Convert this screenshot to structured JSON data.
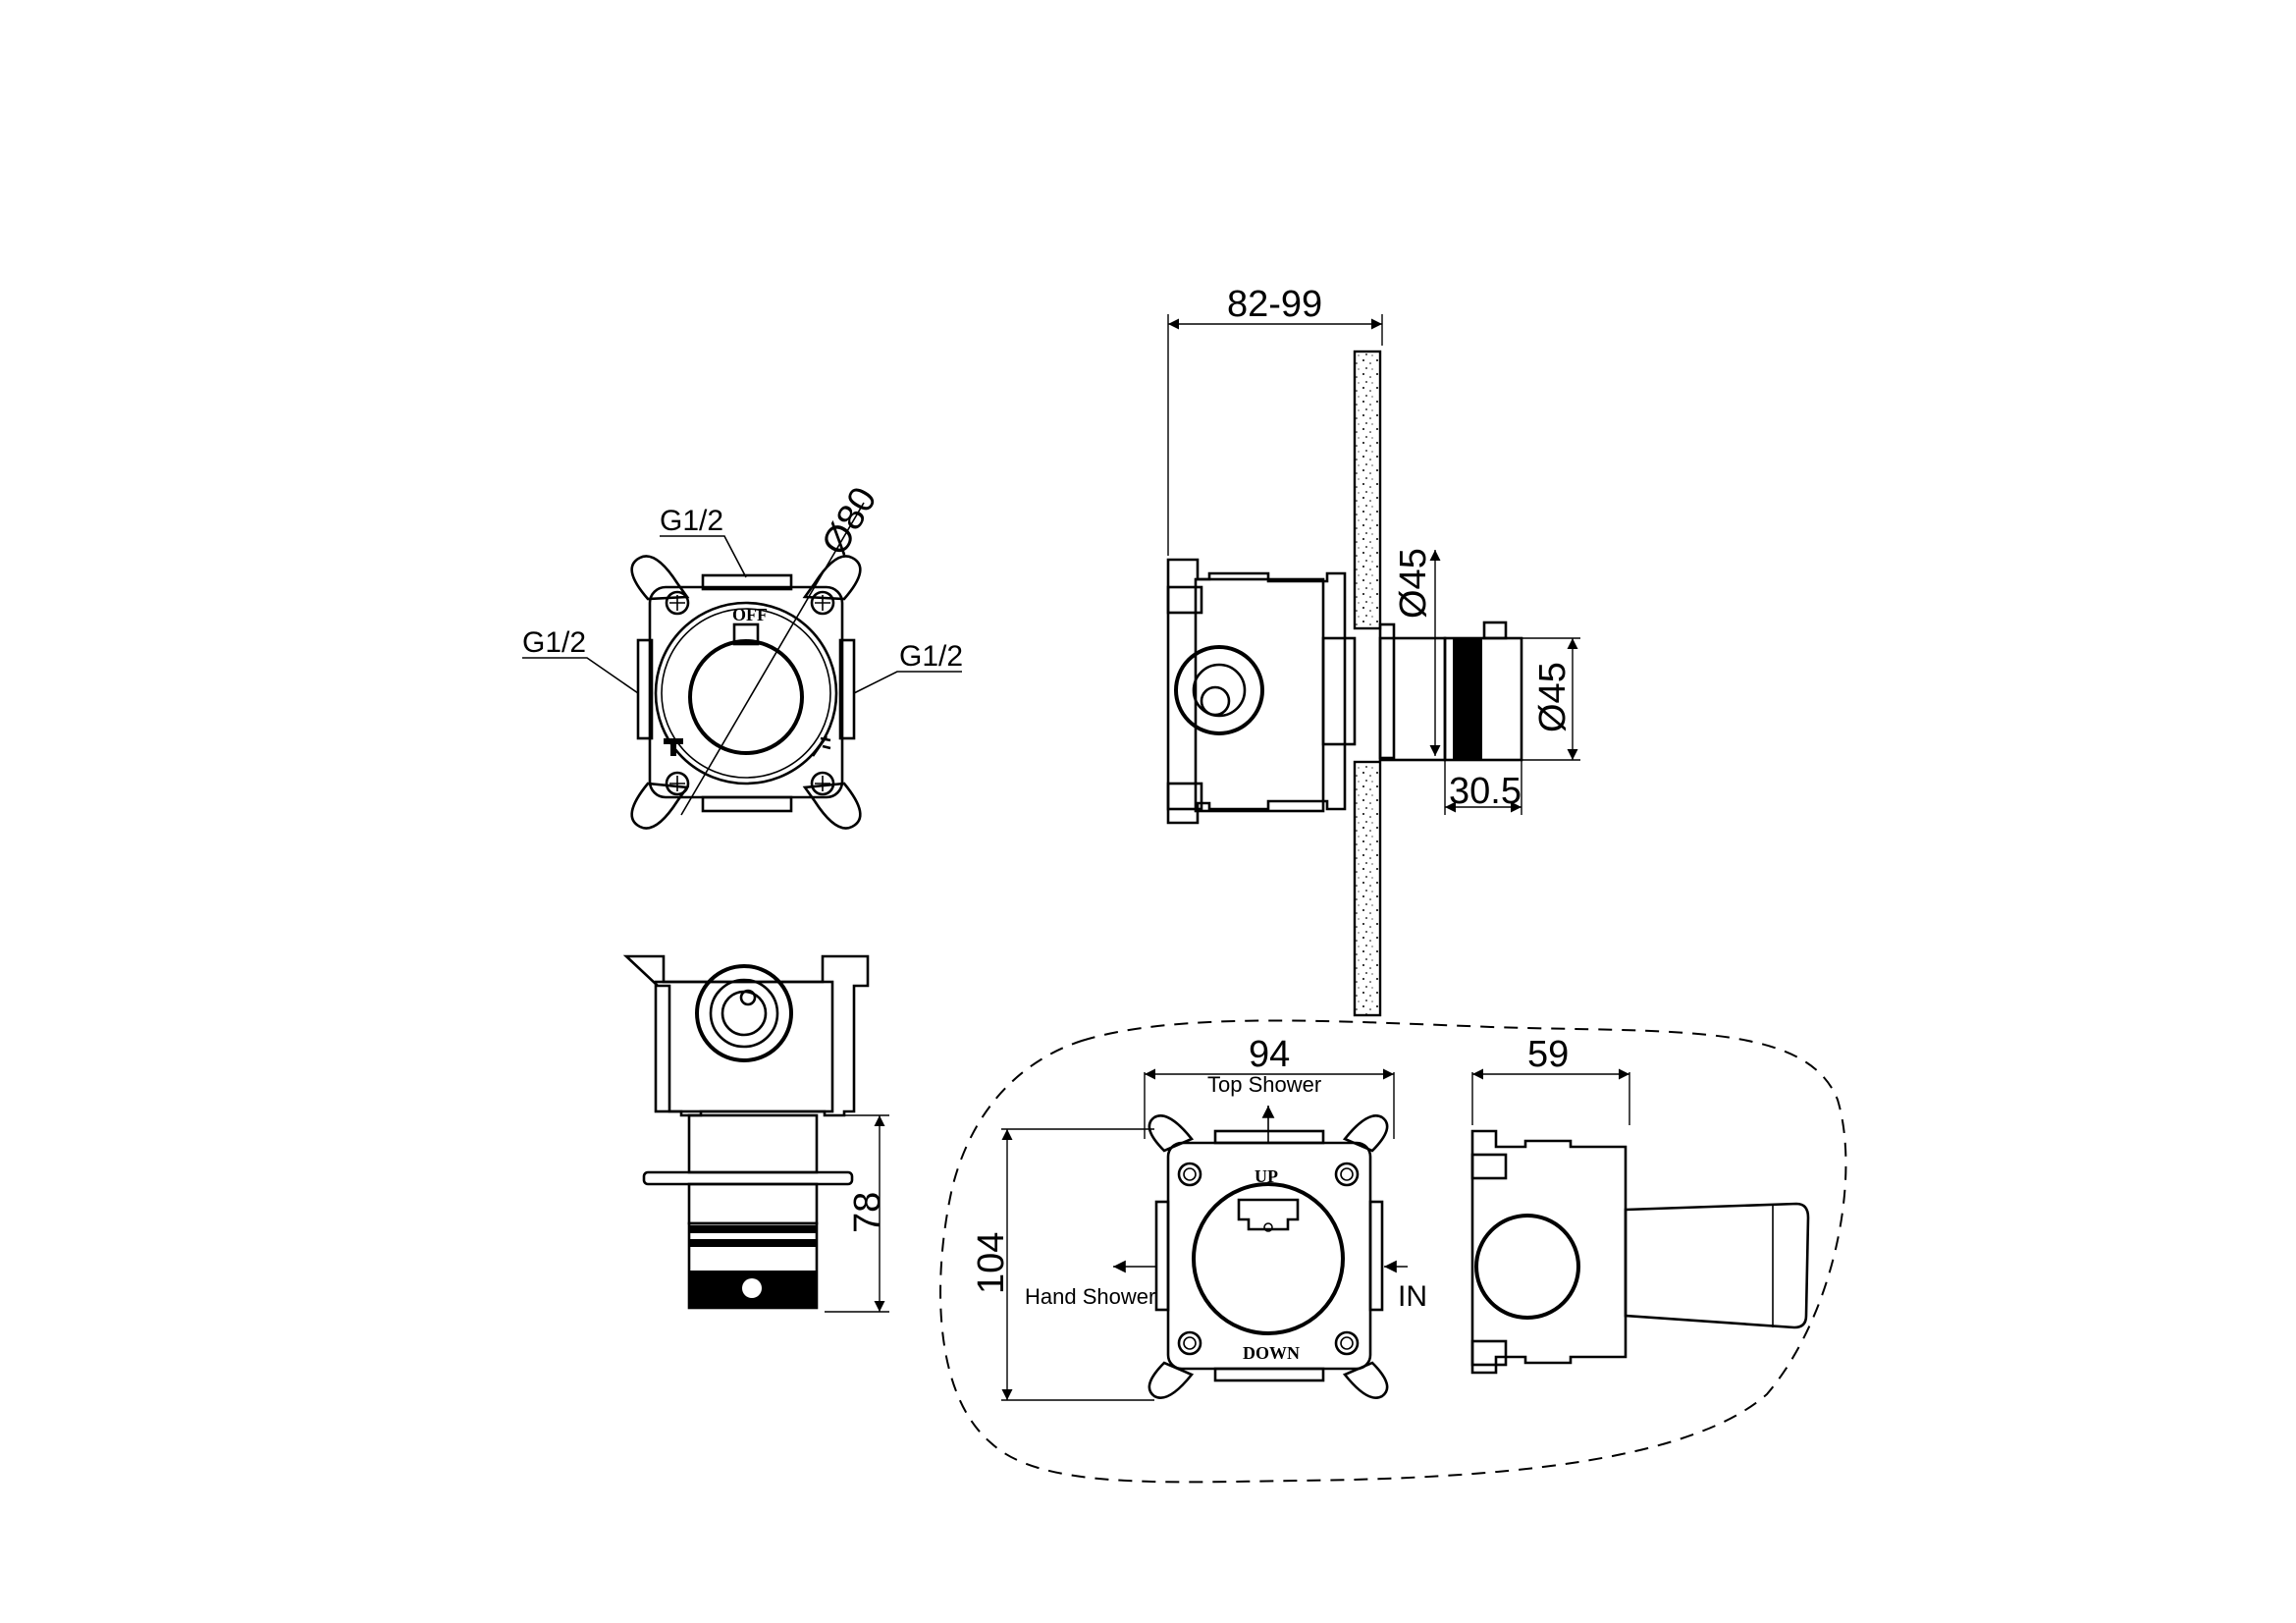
{
  "front_view": {
    "label_top": "G1/2",
    "label_left": "G1/2",
    "label_right": "G1/2",
    "diameter": "Ø80",
    "off_text": "OFF"
  },
  "side_view": {
    "depth_range": "82-99",
    "dia_upper": "Ø45",
    "dia_right": "Ø45",
    "length": "30.5"
  },
  "bottom_view": {
    "height": "78"
  },
  "detail": {
    "width": "94",
    "depth": "59",
    "height": "104",
    "top_outlet": "Top Shower",
    "side_outlet": "Hand Shower",
    "inlet": "IN",
    "up_mark": "UP",
    "down_mark": "DOWN"
  }
}
